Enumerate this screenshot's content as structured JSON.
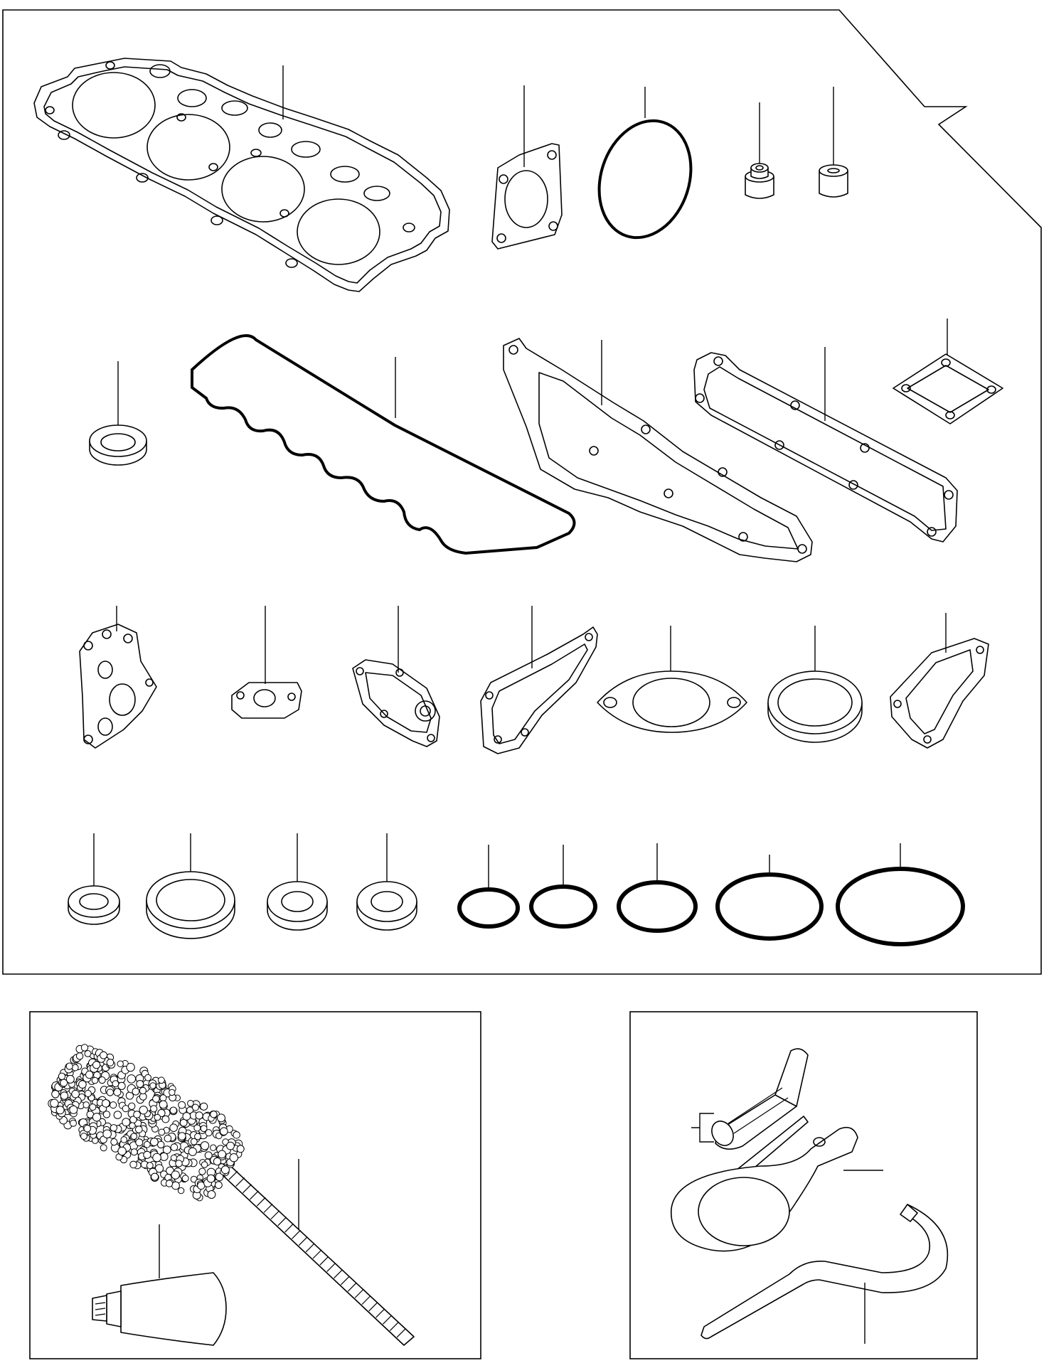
{
  "colors": {
    "line": "#000000",
    "background": "#ffffff"
  },
  "panels": {
    "main": "gasket-set-panel",
    "cleaning": "cleaning-tools-panel",
    "tools": "service-tools-panel"
  },
  "parts_rows": [
    [
      "cylinder-head-gasket",
      "square-flange-gasket",
      "large-o-ring",
      "valve-stem-seal",
      "valve-stem-seal-b"
    ],
    [
      "sealing-washer",
      "rocker-cover-gasket",
      "intake-manifold-gasket",
      "exhaust-manifold-gasket",
      "square-flange-gasket-b"
    ],
    [
      "thermostat-housing-gasket",
      "small-flange-gasket",
      "water-pump-gasket",
      "timing-cover-gasket",
      "oval-exhaust-gasket",
      "sealing-ring",
      "water-outlet-gasket"
    ],
    [
      "copper-washer-a",
      "copper-washer-b",
      "copper-washer-c",
      "copper-washer-d",
      "o-ring-xs",
      "o-ring-s",
      "o-ring-m",
      "o-ring-l",
      "o-ring-xl"
    ]
  ],
  "cleaning_tools": [
    "cylinder-brush",
    "sealant-tube"
  ],
  "service_tools": [
    "screwdriver-set",
    "filter-wrench",
    "hook-spanner"
  ]
}
